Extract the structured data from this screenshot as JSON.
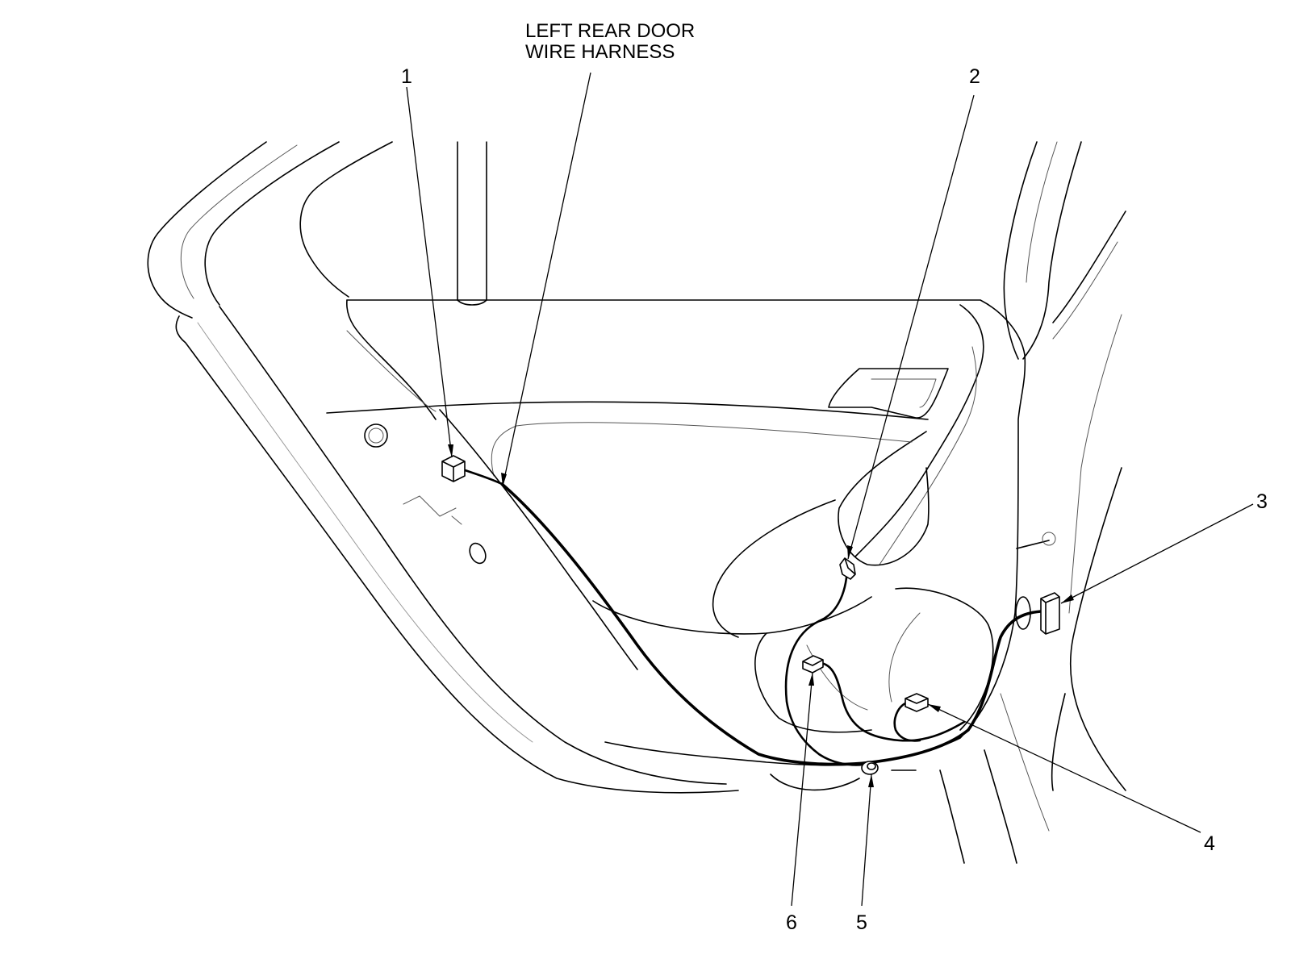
{
  "diagram": {
    "title_lines": [
      "LEFT REAR DOOR",
      "WIRE HARNESS"
    ],
    "callouts": [
      {
        "id": "1",
        "label": "1"
      },
      {
        "id": "2",
        "label": "2"
      },
      {
        "id": "3",
        "label": "3"
      },
      {
        "id": "4",
        "label": "4"
      },
      {
        "id": "5",
        "label": "5"
      },
      {
        "id": "6",
        "label": "6"
      }
    ]
  }
}
